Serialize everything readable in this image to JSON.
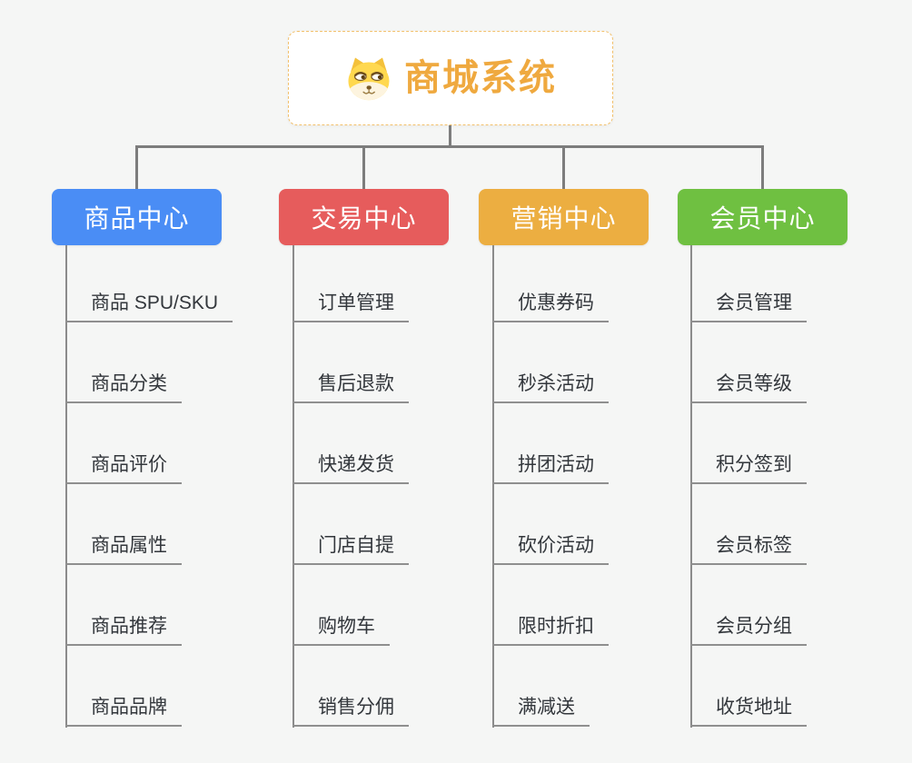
{
  "root": {
    "title": "商城系统",
    "icon": "dog-face-icon",
    "title_color": "#efa93f"
  },
  "branches": [
    {
      "label": "商品中心",
      "color": "#4a8df5",
      "items": [
        "商品 SPU/SKU",
        "商品分类",
        "商品评价",
        "商品属性",
        "商品推荐",
        "商品品牌"
      ]
    },
    {
      "label": "交易中心",
      "color": "#e65c5c",
      "items": [
        "订单管理",
        "售后退款",
        "快递发货",
        "门店自提",
        "购物车",
        "销售分佣"
      ]
    },
    {
      "label": "营销中心",
      "color": "#ecae41",
      "items": [
        "优惠券码",
        "秒杀活动",
        "拼团活动",
        "砍价活动",
        "限时折扣",
        "满减送"
      ]
    },
    {
      "label": "会员中心",
      "color": "#6fc041",
      "items": [
        "会员管理",
        "会员等级",
        "积分签到",
        "会员标签",
        "会员分组",
        "收货地址"
      ]
    }
  ],
  "colors": {
    "background": "#f5f6f5",
    "connector": "#7d7d7d",
    "leaf_line": "#8f8f8f",
    "leaf_text": "#33373c",
    "root_border": "#f2c06b",
    "root_background": "#ffffff",
    "header_text": "#ffffff"
  }
}
